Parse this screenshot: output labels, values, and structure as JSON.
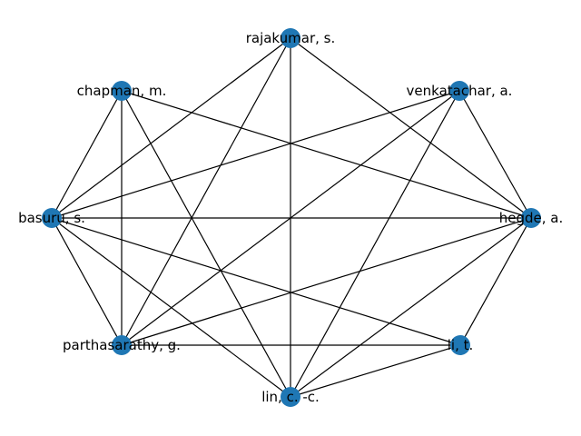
{
  "colors": {
    "node": "#1f77b4",
    "edge": "#000000",
    "label": "#000000",
    "background": "#ffffff"
  },
  "graph": {
    "nodes": [
      {
        "id": "rajakumar",
        "label": "rajakumar, s."
      },
      {
        "id": "chapman",
        "label": "chapman, m."
      },
      {
        "id": "venkatachar",
        "label": "venkatachar, a."
      },
      {
        "id": "basuru",
        "label": "basuru, s."
      },
      {
        "id": "hegde",
        "label": "hegde, a."
      },
      {
        "id": "parthasarathy",
        "label": "parthasarathy, g."
      },
      {
        "id": "li",
        "label": "li, t."
      },
      {
        "id": "lin",
        "label": "lin, c. -c."
      }
    ],
    "edges": [
      [
        "rajakumar",
        "basuru"
      ],
      [
        "rajakumar",
        "parthasarathy"
      ],
      [
        "rajakumar",
        "lin"
      ],
      [
        "rajakumar",
        "hegde"
      ],
      [
        "chapman",
        "basuru"
      ],
      [
        "chapman",
        "parthasarathy"
      ],
      [
        "chapman",
        "lin"
      ],
      [
        "chapman",
        "hegde"
      ],
      [
        "venkatachar",
        "basuru"
      ],
      [
        "venkatachar",
        "parthasarathy"
      ],
      [
        "venkatachar",
        "lin"
      ],
      [
        "venkatachar",
        "hegde"
      ],
      [
        "basuru",
        "hegde"
      ],
      [
        "basuru",
        "parthasarathy"
      ],
      [
        "basuru",
        "lin"
      ],
      [
        "basuru",
        "li"
      ],
      [
        "hegde",
        "parthasarathy"
      ],
      [
        "hegde",
        "lin"
      ],
      [
        "hegde",
        "li"
      ],
      [
        "parthasarathy",
        "li"
      ],
      [
        "lin",
        "li"
      ]
    ]
  }
}
